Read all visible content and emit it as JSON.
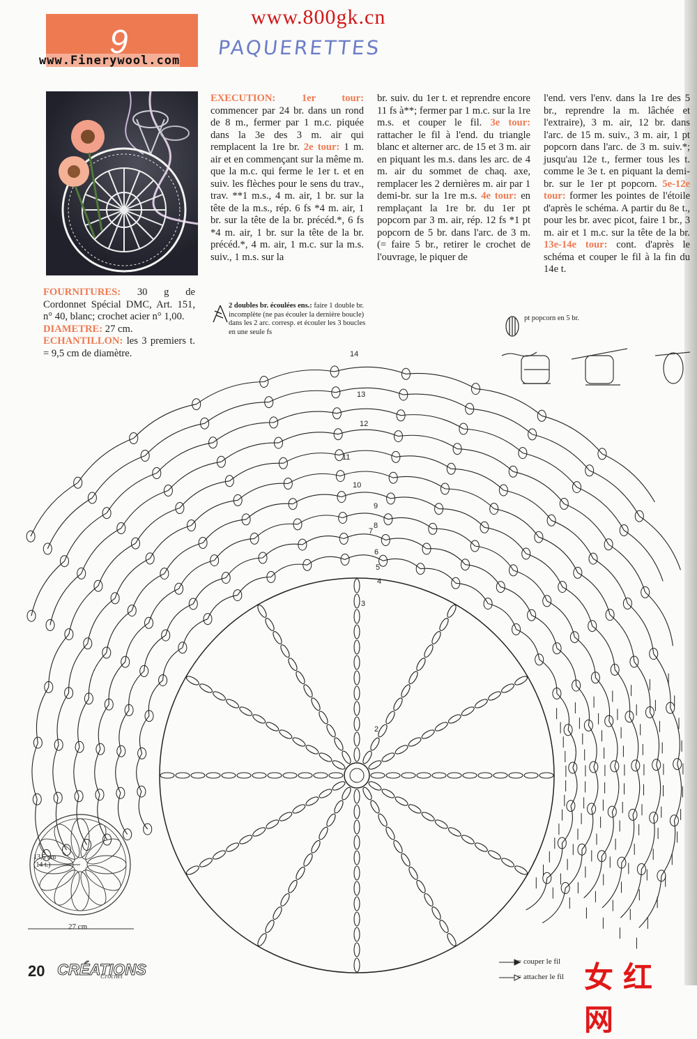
{
  "header": {
    "watermark_url": "www.800gk.cn",
    "pattern_number": "9",
    "site_mark": "www.Finerywool.com",
    "handwritten_title": "PAQUERETTES"
  },
  "photo": {
    "description_icon": "doily-photo"
  },
  "materials": {
    "fournitures_label": "FOURNITURES:",
    "fournitures_text": " 30 g de Cordonnet Spécial DMC, Art. 151, n° 40, blanc; crochet acier n° 1,00.",
    "diametre_label": "DIAMETRE:",
    "diametre_text": " 27 cm.",
    "echantillon_label": "ECHANTILLON:",
    "echantillon_text": " les 3 premiers t. = 9,5 cm de diamètre."
  },
  "instructions": {
    "col1_label": "EXECUTION: 1er tour:",
    "col1_a": " commencer par 24 br. dans un rond de 8 m., fermer par 1 m.c. piquée dans la 3e des 3 m. air qui remplacent la 1re br. ",
    "col1_label2": "2e tour:",
    "col1_b": " 1 m. air et en commençant sur la même m. que la m.c. qui ferme le 1er t. et en suiv. les flèches pour le sens du trav., trav. **1 m.s., 4 m. air, 1 br. sur la tête de la m.s., rép. 6 fs *4 m. air, 1 br. sur la tête de la br. précéd.*, 6 fs *4 m. air, 1 br. sur la tête de la br. précéd.*, 4 m. air, 1 m.c. sur la m.s. suiv., 1 m.s. sur la",
    "col2_a": "br. suiv. du 1er t. et reprendre encore 11 fs à**; fermer par 1 m.c. sur la 1re m.s. et couper le fil. ",
    "col2_label": "3e tour:",
    "col2_b": " rattacher le fil à l'end. du triangle blanc et alterner arc. de 15 et 3 m. air en piquant les m.s. dans les arc. de 4 m. air du sommet de chaq. axe, remplacer les 2 dernières m. air par 1 demi-br. sur la 1re m.s. ",
    "col2_label2": "4e tour:",
    "col2_c": " en remplaçant la 1re br. du 1er pt popcorn par 3 m. air, rép. 12 fs *1 pt popcorn de 5 br. dans l'arc. de 3 m. (= faire 5 br., retirer le crochet de l'ouvrage, le piquer de",
    "col3_a": "l'end. vers l'env. dans la 1re des 5 br., reprendre la m. lâchée et l'extraire), 3 m. air, 12 br. dans l'arc. de 15 m. suiv., 3 m. air, 1 pt popcorn dans l'arc. de 3 m. suiv.*; jusqu'au 12e t., fermer tous les t. comme le 3e t. en piquant la demi-br. sur le 1er pt popcorn. ",
    "col3_label": "5e-12e tour:",
    "col3_b": " former les pointes de l'étoile d'après le schéma. A partir du 8e t., pour les br. avec picot, faire 1 br., 3 m. air et 1 m.c. sur la tête de la br. ",
    "col3_label2": "13e-14e tour:",
    "col3_c": " cont. d'après le schéma et couper le fil à la fin du 14e t."
  },
  "symbol_note": {
    "bold": "2 doubles br. écoulées ens.:",
    "text": " faire 1 double br. incomplète (ne pas écouler la dernière boucle) dans les 2 arc. corresp. et écouler les 3 boucles en une seule fs"
  },
  "popcorn_label": "pt popcorn en 5 br.",
  "row_numbers": [
    "14",
    "13",
    "12",
    "11",
    "10",
    "9",
    "8",
    "7",
    "6",
    "5",
    "4",
    "3",
    "2"
  ],
  "mini_diagram": {
    "label_a": "13,5 cm",
    "label_b": "(14 t.)",
    "width_label": "27 cm"
  },
  "legend": {
    "couper": "= couper le fil",
    "attacher": "= attacher le fil"
  },
  "footer": {
    "page_number": "20",
    "brand": "CRÉATIONS",
    "brand_sub": "Crochet",
    "chinese_mark": "女红网"
  },
  "colors": {
    "accent": "#ee7a52",
    "watermark_red": "#d01818",
    "handwritten_blue": "#6b7dc8"
  }
}
